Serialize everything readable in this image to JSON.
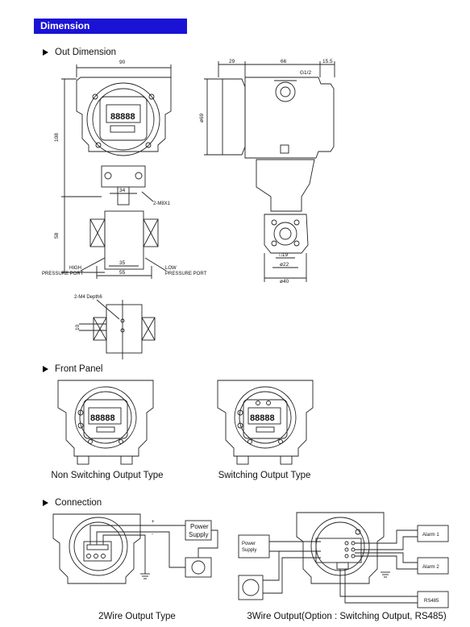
{
  "header": {
    "title": "Dimension"
  },
  "sections": {
    "out_dimension": "Out Dimension",
    "front_panel": "Front Panel",
    "connection": "Connection"
  },
  "dimensions": {
    "width_90": "90",
    "height_108": "108",
    "height_58": "58",
    "bolt_label": "2-M8X1",
    "d34": "34",
    "d35": "35",
    "d55": "55",
    "high_port": "HIGH",
    "high_port2": "PRESSURE PORT",
    "low_port": "LOW",
    "low_port2": "PRESSURE PORT",
    "d29": "29",
    "d66": "66",
    "d15_5": "15.5",
    "g1_2": "G1/2",
    "d69": "ø69",
    "sq19": "□19",
    "d22": "ø22",
    "d40": "ø40",
    "m4_label": "2-M4 Depth6",
    "d10": "10"
  },
  "front_panel": {
    "left_caption": "Non Switching Output Type",
    "right_caption": "Switching Output Type",
    "display_text": "88888"
  },
  "connection": {
    "plus": "+",
    "minus": "-",
    "power": "Power",
    "supply": "Supply",
    "power_supply_3w": "Power",
    "supply_3w": "Supply",
    "alarm1": "Alarm 1",
    "alarm2": "Alarm 2",
    "rs485": "RS485",
    "left_caption": "2Wire Output Type",
    "right_caption": "3Wire Output(Option : Switching Output, RS485)"
  }
}
